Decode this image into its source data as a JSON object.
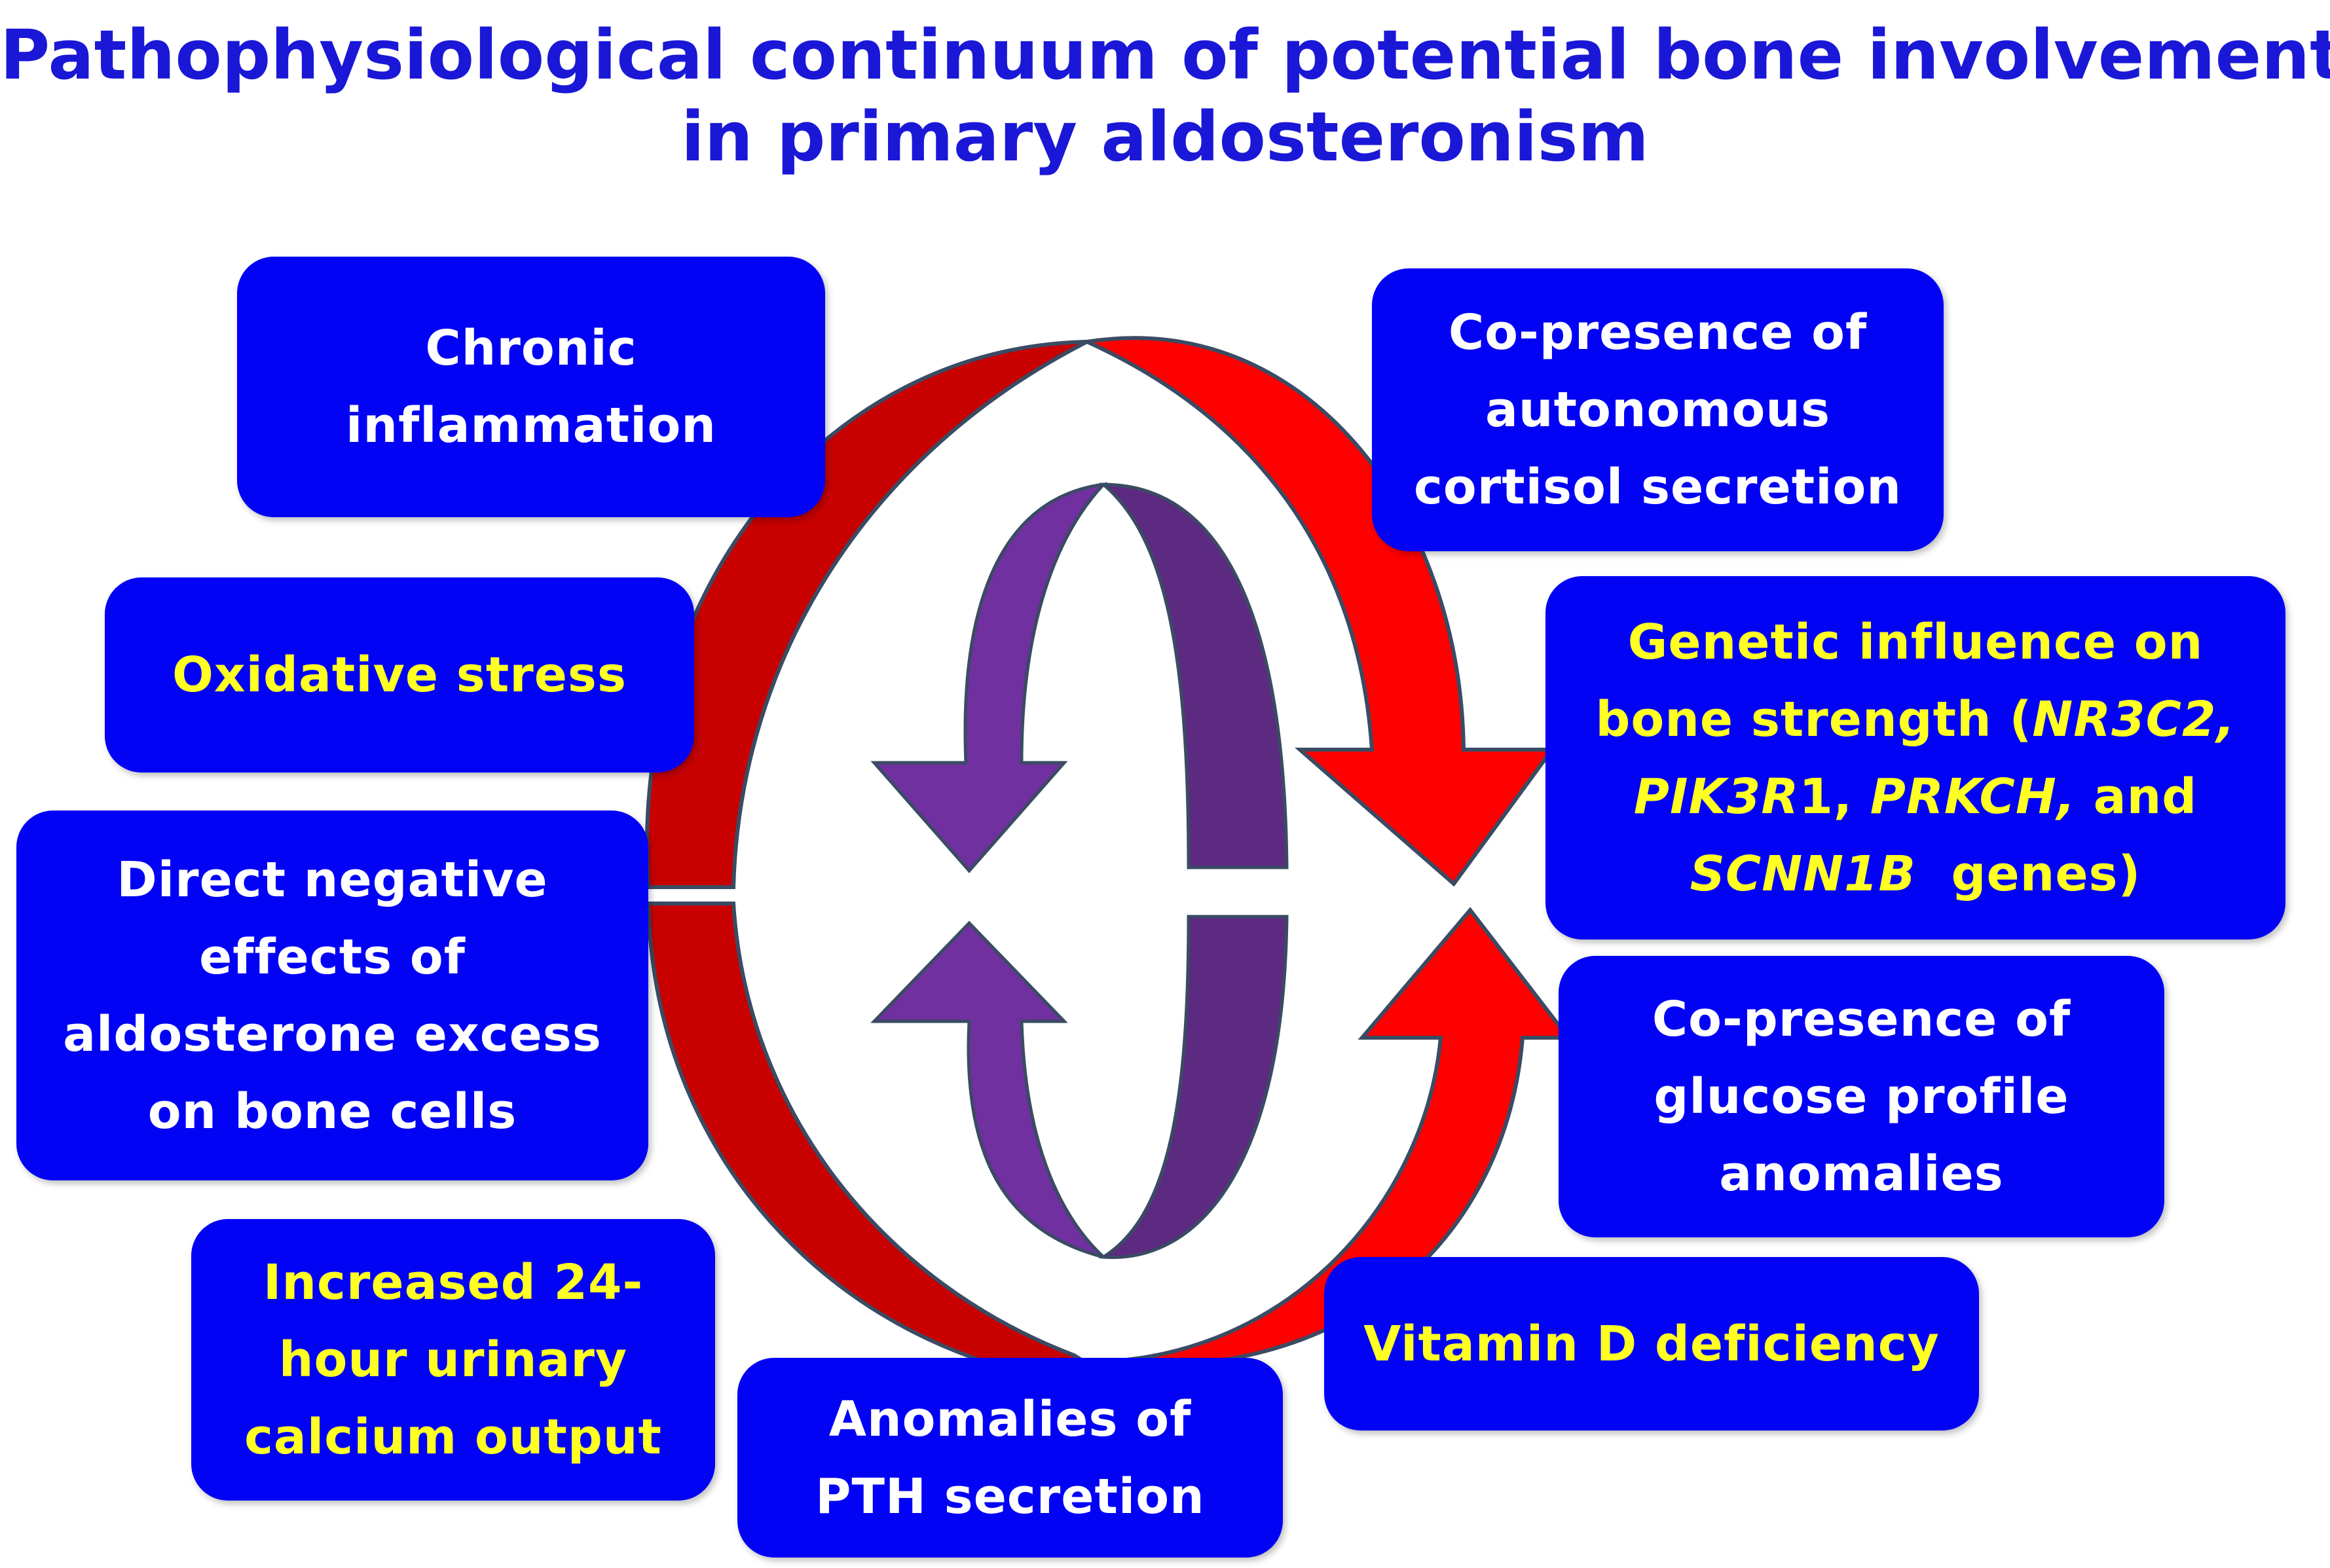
{
  "title": {
    "line1": "Pathophysiological continuum of potential bone involvement",
    "line2": "in primary aldosteronism"
  },
  "boxes": {
    "chronic_inflammation": "Chronic\ninflammation",
    "cortisol": "Co-presence of\nautonomous\ncortisol secretion",
    "oxidative_stress": "Oxidative stress",
    "genetic": {
      "line1": "Genetic influence on",
      "line2_prefix": "bone strength (",
      "gene1": "NR3C2,",
      "gene2a": "PIK3R",
      "gene2b": "1,",
      "gene3": "PRKCH,",
      "and_word": "and",
      "gene4": "SCNN1B",
      "suffix": "genes)"
    },
    "aldosterone_effects": "Direct negative\neffects of\naldosterone excess\non bone cells",
    "glucose": "Co-presence of\nglucose profile\nanomalies",
    "urinary_calcium": "Increased 24-\nhour urinary\ncalcium output",
    "vitamin_d": "Vitamin D deficiency",
    "pth": "Anomalies of\nPTH secretion"
  },
  "colors": {
    "box_fill": "#0202f5",
    "title": "#1a18d6",
    "text_white": "#ffffff",
    "text_yellow": "#ffff22",
    "outer_arrow_dark": "#c80000",
    "outer_arrow_bright": "#ff0000",
    "inner_arrow_light": "#7030a0",
    "inner_arrow_dark": "#5c2a80"
  }
}
